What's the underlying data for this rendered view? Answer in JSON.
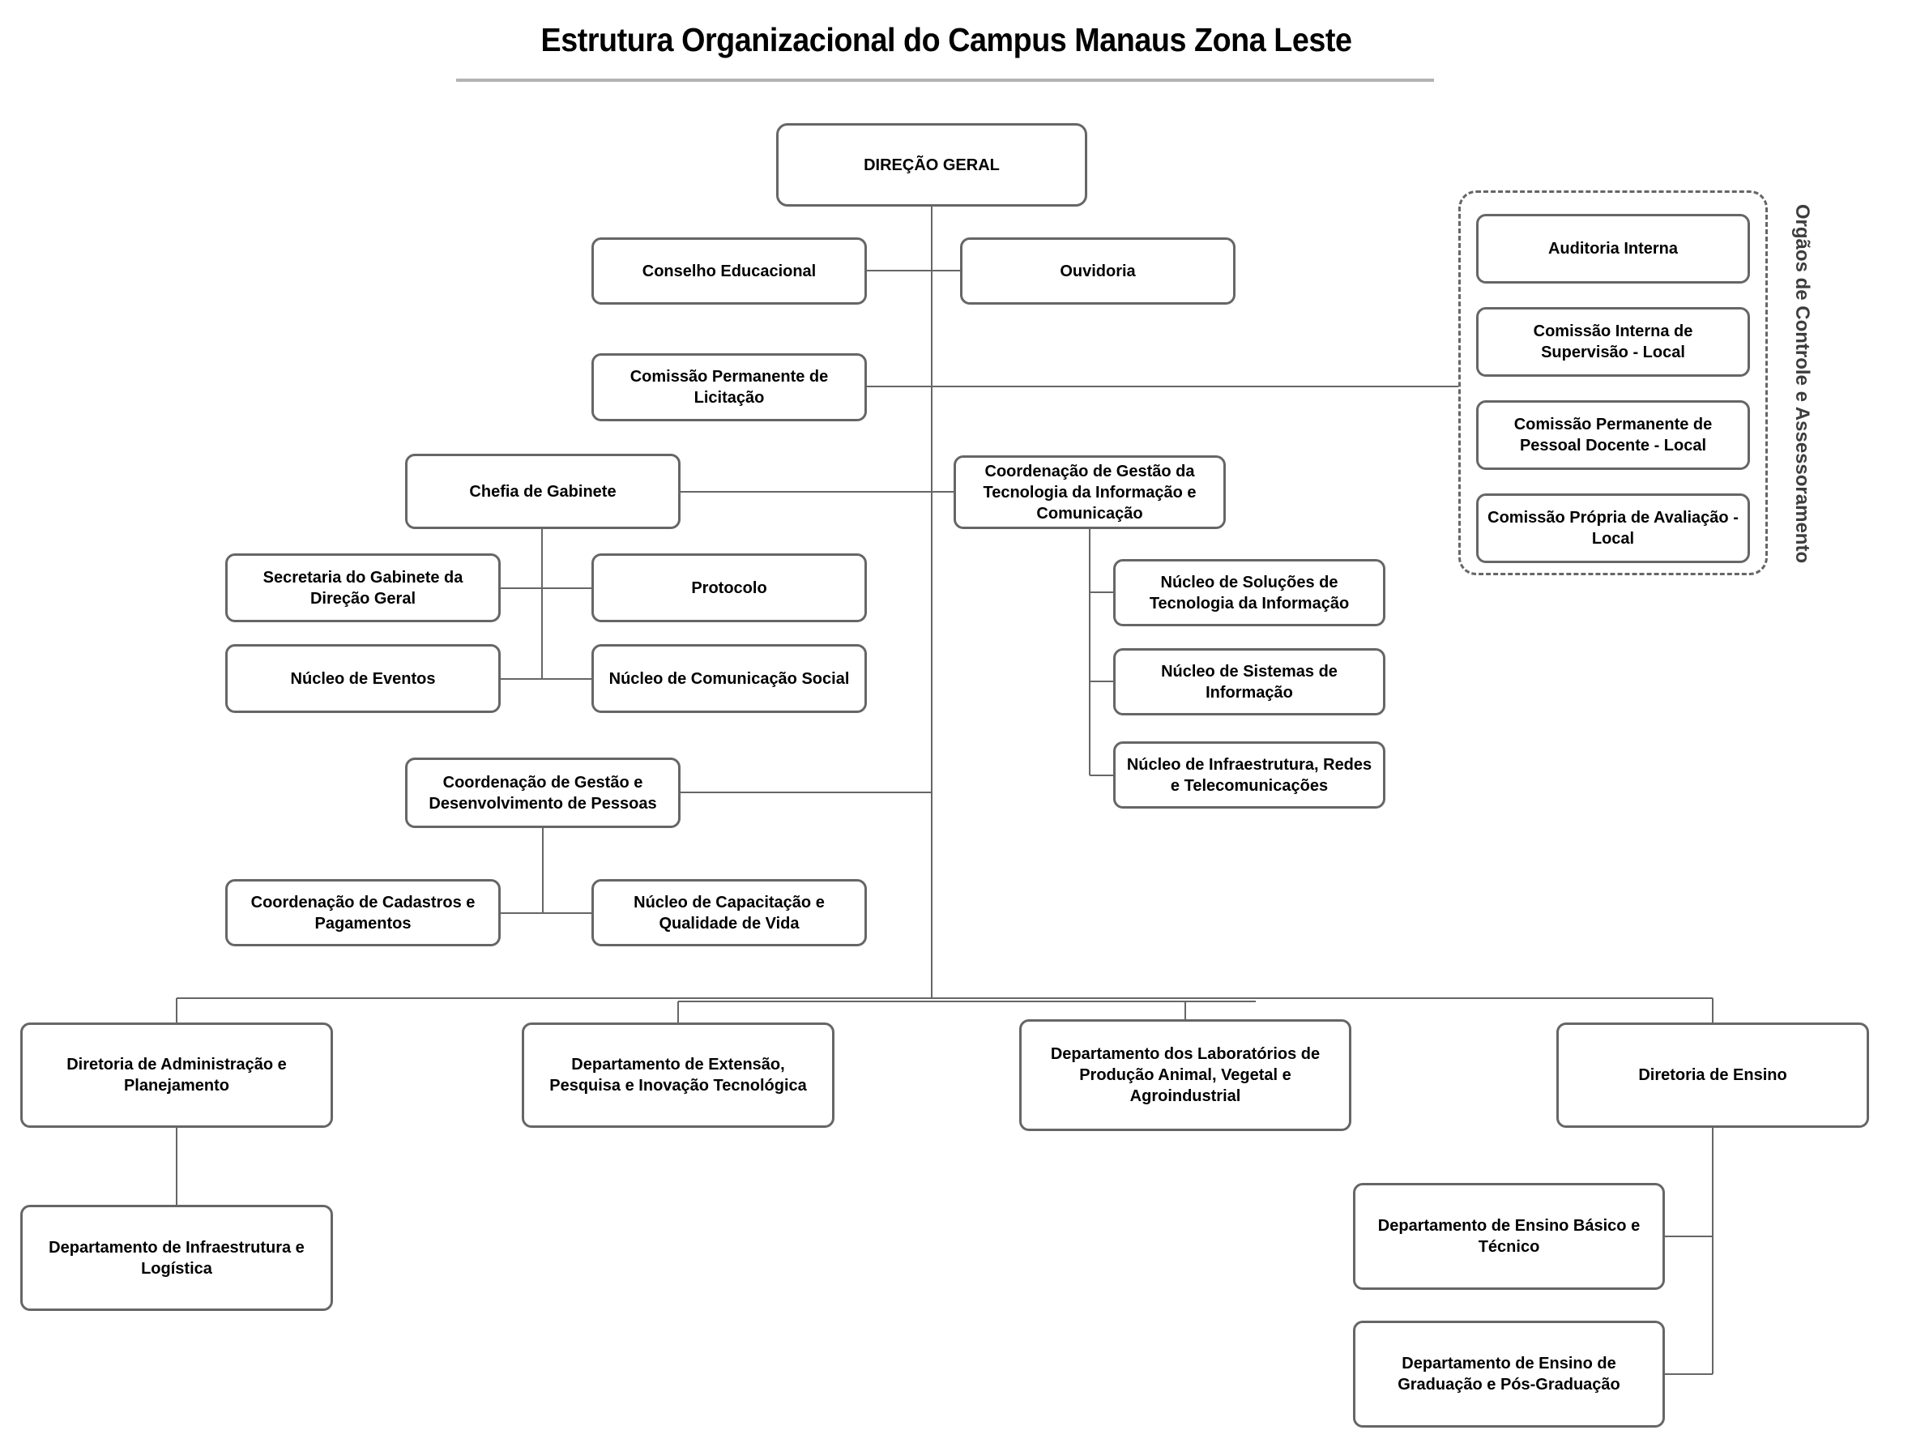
{
  "title": "Estrutura Organizacional do Campus Manaus Zona Leste",
  "colors": {
    "box_border": "#666666",
    "connector_line": "#666666",
    "title_underline": "#b3b3b3",
    "box_fill": "#ffffff",
    "text": "#000000"
  },
  "nodes": {
    "direcao_geral": {
      "label": "DIREÇÃO GERAL"
    },
    "conselho": {
      "label": "Conselho Educacional"
    },
    "ouvidoria": {
      "label": "Ouvidoria"
    },
    "licitacao": {
      "label": "Comissão Permanente de Licitação"
    },
    "chefia": {
      "label": "Chefia de Gabinete"
    },
    "tic": {
      "label": "Coordenação de Gestão da Tecnologia da Informação e Comunicação"
    },
    "secretaria": {
      "label": "Secretaria do Gabinete da Direção Geral"
    },
    "protocolo": {
      "label": "Protocolo"
    },
    "eventos": {
      "label": "Núcleo de Eventos"
    },
    "comunicacao": {
      "label": "Núcleo de Comunicação Social"
    },
    "solucoes": {
      "label": "Núcleo de Soluções de Tecnologia da Informação"
    },
    "sistemas": {
      "label": "Núcleo de Sistemas de Informação"
    },
    "infra_redes": {
      "label": "Núcleo de Infraestrutura, Redes e Telecomunicações"
    },
    "pessoas": {
      "label": "Coordenação de Gestão e Desenvolvimento de Pessoas"
    },
    "cadastros": {
      "label": "Coordenação de Cadastros e Pagamentos"
    },
    "capacitacao": {
      "label": "Núcleo de Capacitação e Qualidade de Vida"
    },
    "adm": {
      "label": "Diretoria de Administração e Planejamento"
    },
    "extensao": {
      "label": "Departamento de Extensão, Pesquisa e Inovação Tecnológica"
    },
    "laboratorios": {
      "label": "Departamento dos Laboratórios de Produção Animal, Vegetal e Agroindustrial"
    },
    "ensino": {
      "label": "Diretoria de Ensino"
    },
    "infra_logistica": {
      "label": "Departamento de Infraestrutura e Logística"
    },
    "ensino_basico": {
      "label": "Departamento de Ensino Básico e Técnico"
    },
    "graduacao": {
      "label": "Departamento de Ensino de Graduação e Pós-Graduação"
    }
  },
  "control_group": {
    "label": "Orgãos de Controle e Assessoramento",
    "items": {
      "auditoria": {
        "label": "Auditoria Interna"
      },
      "supervisao": {
        "label": "Comissão Interna de Supervisão - Local"
      },
      "docente": {
        "label": "Comissão Permanente de Pessoal Docente - Local"
      },
      "avaliacao": {
        "label": "Comissão Própria de Avaliação - Local"
      }
    }
  }
}
